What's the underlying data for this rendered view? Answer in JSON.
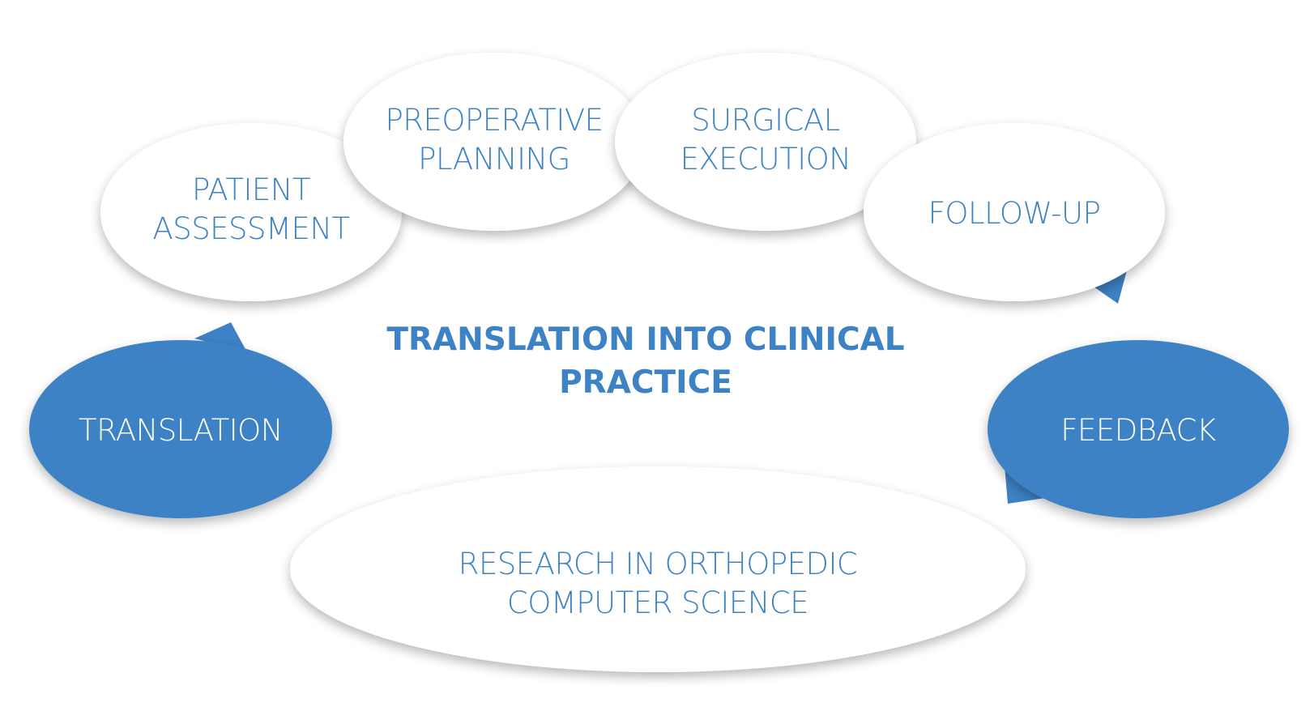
{
  "diagram": {
    "title_line_1": "TRANSLATION INTO CLINICAL",
    "title_line_2": "PRACTICE",
    "nodes": {
      "patient_assessment": {
        "line_1": "PATIENT",
        "line_2": "ASSESSMENT"
      },
      "preoperative_planning": {
        "line_1": "PREOPERATIVE",
        "line_2": "PLANNING"
      },
      "surgical_execution": {
        "line_1": "SURGICAL",
        "line_2": "EXECUTION"
      },
      "follow_up": {
        "line_1": "FOLLOW-UP"
      },
      "translation": {
        "line_1": "TRANSLATION"
      },
      "feedback": {
        "line_1": "FEEDBACK"
      },
      "research": {
        "line_1": "RESEARCH IN ORTHOPEDIC",
        "line_2": "COMPUTER SCIENCE"
      }
    }
  },
  "colors": {
    "accent_blue": "#3d82c4",
    "white_node_fill": "#ffffff",
    "background": "#ffffff"
  }
}
